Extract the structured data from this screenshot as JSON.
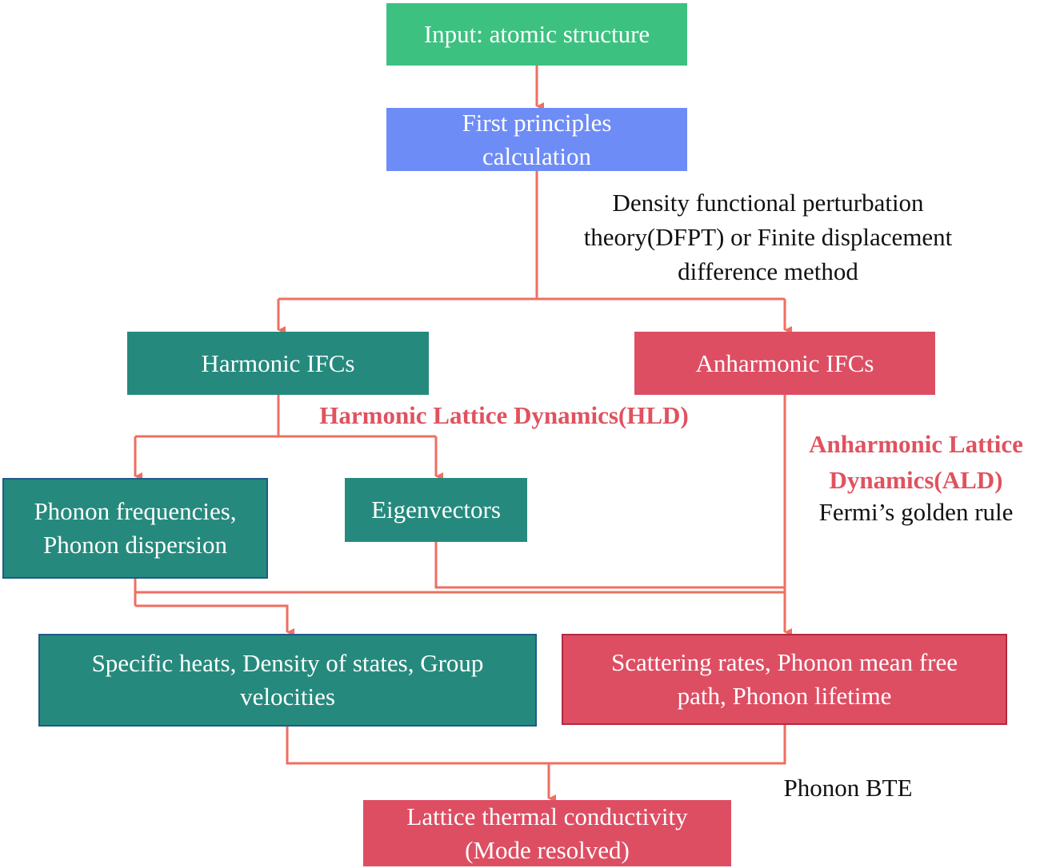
{
  "nodes": {
    "input": "Input: atomic structure",
    "first_principles": "First principles\ncalculation",
    "harmonic_ifcs": "Harmonic IFCs",
    "anharmonic_ifcs": "Anharmonic IFCs",
    "phonon_frequencies": "Phonon frequencies,\nPhonon dispersion",
    "eigenvectors": "Eigenvectors",
    "specific_heats": "Specific heats, Density of states, Group\nvelocities",
    "scattering_rates": "Scattering rates, Phonon mean free\npath, Phonon lifetime",
    "lattice_conductivity": "Lattice thermal conductivity\n(Mode resolved)"
  },
  "labels": {
    "dfpt": "Density functional perturbation\ntheory(DFPT) or Finite displacement\ndifference method",
    "hld": "Harmonic Lattice Dynamics(HLD)",
    "ald": "Anharmonic Lattice\nDynamics(ALD)",
    "fermi": "Fermi’s golden rule",
    "bte": "Phonon BTE"
  },
  "colors": {
    "green": "#3cc181",
    "blue": "#6e8cf6",
    "teal": "#258a7d",
    "red": "#dd4e63",
    "connector": "#ef6f60",
    "highlight_text": "#e0525f"
  }
}
